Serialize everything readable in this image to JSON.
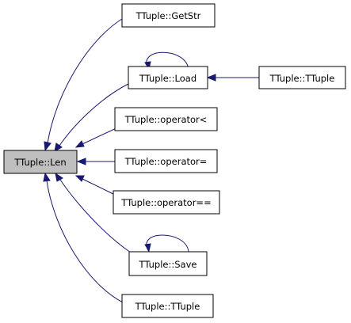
{
  "graph": {
    "focus": "TTuple::Len",
    "nodes": {
      "len": "TTuple::Len",
      "getstr": "TTuple::GetStr",
      "load": "TTuple::Load",
      "ttuple_right": "TTuple::TTuple",
      "op_lt": "TTuple::operator<",
      "op_assign": "TTuple::operator=",
      "op_eq": "TTuple::operator==",
      "save": "TTuple::Save",
      "ttuple_bottom": "TTuple::TTuple"
    },
    "edge_color": "#191970",
    "focus_fill": "#bfbfbf"
  }
}
